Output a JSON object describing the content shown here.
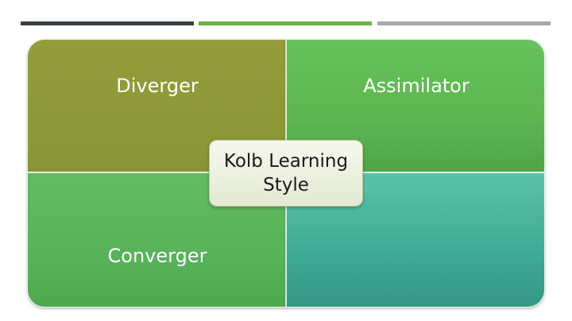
{
  "colors": {
    "bar_dark": "#3a3f43",
    "bar_green": "#6db33f",
    "bar_gray": "#a7a9ac",
    "diverger": "#949d3c",
    "assimilator": "#5db652",
    "converger": "#58b35a",
    "teal": "#3faa94"
  },
  "diagram": {
    "top_left_label": "Diverger",
    "top_right_label": "Assimilator",
    "bottom_left_label": "Converger",
    "bottom_right_label": "",
    "center_label": "Kolb Learning\nStyle"
  }
}
